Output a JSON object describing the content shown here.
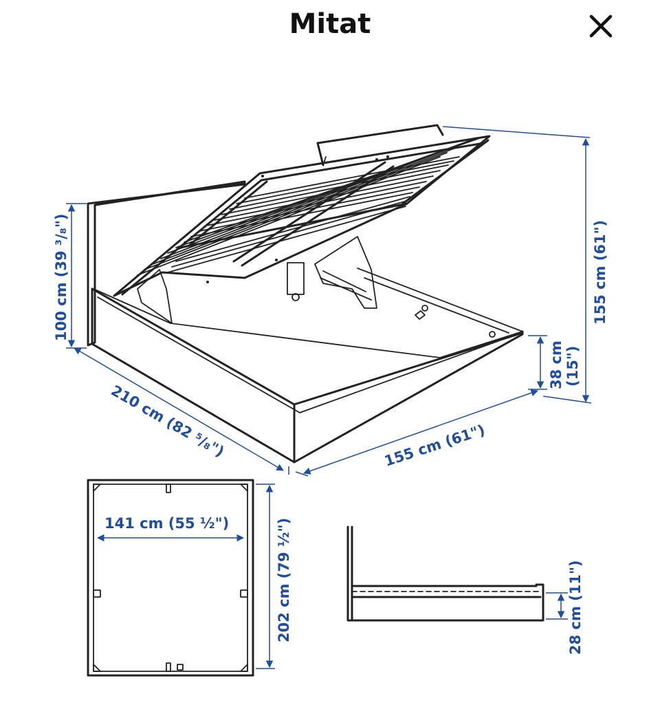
{
  "header": {
    "title": "Mitat",
    "close_icon": "close-icon"
  },
  "colors": {
    "dimension": "#1f4e9e",
    "line": "#222222"
  },
  "dimensions": {
    "headboard_height": "100 cm (39 ³/₈\")",
    "total_length": "210 cm (82 ⁵/₈\")",
    "total_width": "155 cm (61\")",
    "lifted_height": "155 cm (61\")",
    "frame_height_cm": "38 cm",
    "frame_height_in": "(15\")",
    "inner_width": "141 cm (55 ½\")",
    "inner_length": "202 cm (79 ½\")",
    "underbed_clearance": "28 cm (11\")"
  }
}
